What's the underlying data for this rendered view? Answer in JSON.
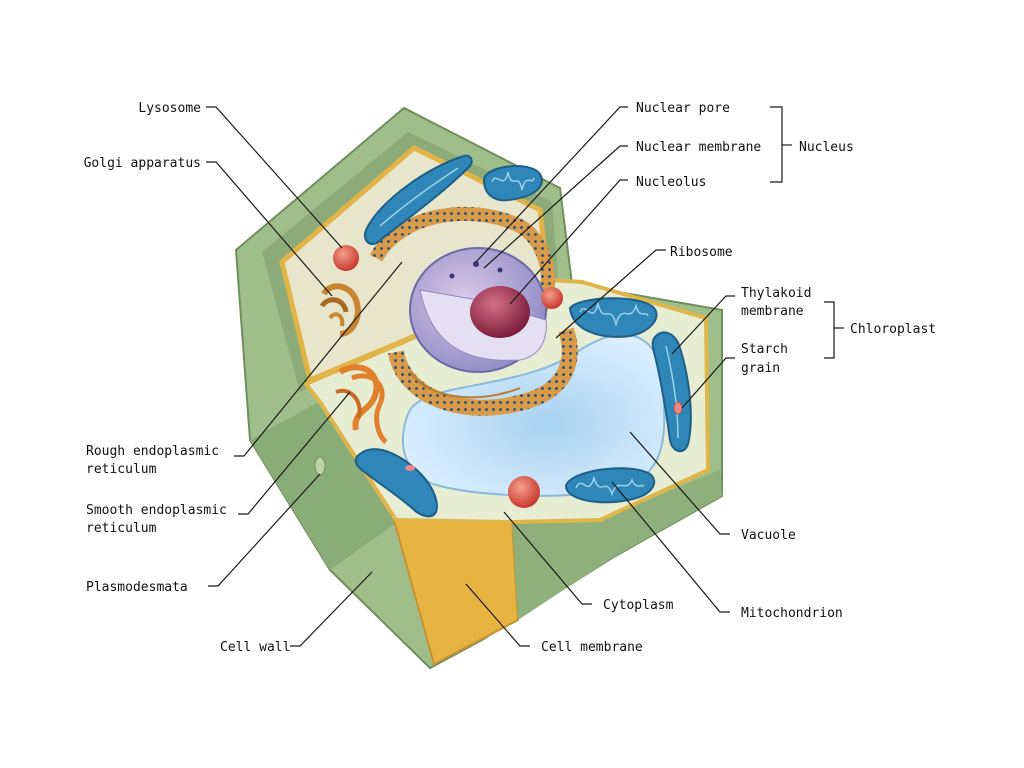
{
  "labels": {
    "lysosome": "Lysosome",
    "golgi": "Golgi apparatus",
    "rough_er_1": "Rough endoplasmic",
    "rough_er_2": "reticulum",
    "smooth_er_1": "Smooth endoplasmic",
    "smooth_er_2": "reticulum",
    "plasmodesmata": "Plasmodesmata",
    "cell_wall": "Cell wall",
    "cell_membrane": "Cell membrane",
    "cytoplasm": "Cytoplasm",
    "mitochondrion": "Mitochondrion",
    "vacuole": "Vacuole",
    "starch_1": "Starch",
    "starch_2": "grain",
    "thylakoid_1": "Thylakoid",
    "thylakoid_2": "membrane",
    "chloroplast": "Chloroplast",
    "ribosome": "Ribosome",
    "nucleolus": "Nucleolus",
    "nuclear_membrane": "Nuclear membrane",
    "nuclear_pore": "Nuclear pore",
    "nucleus": "Nucleus"
  },
  "colors": {
    "cell_wall": "#9fbe8a",
    "cell_wall_dark": "#7f9f6c",
    "cell_membrane": "#e8b84a",
    "cytoplasm": "#e8efd6",
    "vacuole": "#cfe6f7",
    "chloroplast": "#2f86b8",
    "nucleus": "#c9c4e8",
    "nucleolus": "#a83a5a",
    "lysosome": "#e0534a",
    "golgi": "#c98530",
    "smooth_er": "#e2812d"
  }
}
